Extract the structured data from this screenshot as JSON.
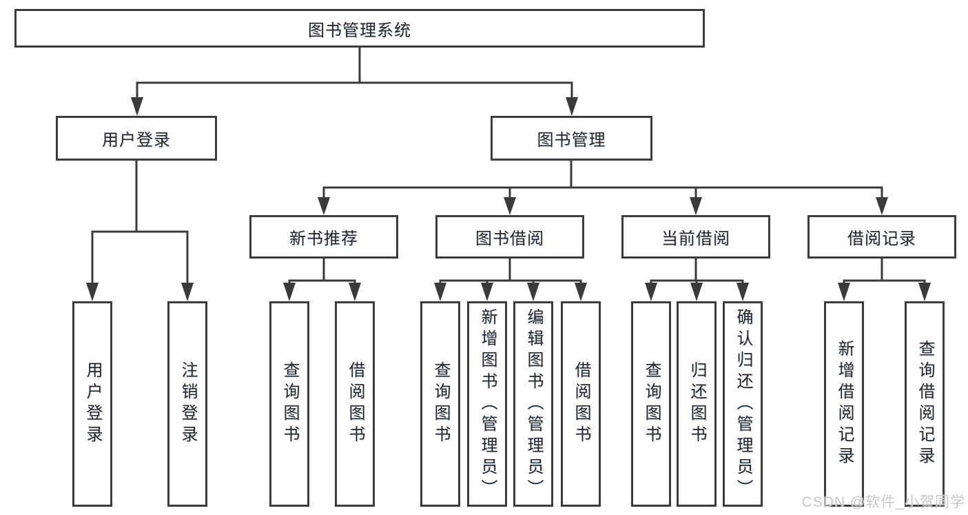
{
  "diagram": {
    "root": {
      "label": "图书管理系统"
    },
    "branches": [
      {
        "label": "用户登录",
        "children": [
          {
            "label": "用户登录"
          },
          {
            "label": "注销登录"
          }
        ]
      },
      {
        "label": "图书管理",
        "children": [
          {
            "label": "新书推荐",
            "children": [
              {
                "label": "查询图书"
              },
              {
                "label": "借阅图书"
              }
            ]
          },
          {
            "label": "图书借阅",
            "children": [
              {
                "label": "查询图书"
              },
              {
                "label": "新增图书（管理员）"
              },
              {
                "label": "编辑图书（管理员）"
              },
              {
                "label": "借阅图书"
              }
            ]
          },
          {
            "label": "当前借阅",
            "children": [
              {
                "label": "查询图书"
              },
              {
                "label": "归还图书"
              },
              {
                "label": "确认归还（管理员）"
              }
            ]
          },
          {
            "label": "借阅记录",
            "children": [
              {
                "label": "新增借阅记录"
              },
              {
                "label": "查询借阅记录"
              }
            ]
          }
        ]
      }
    ]
  },
  "colors": {
    "line": "#3a3a3a",
    "border": "#3c3c3c",
    "text": "#262626",
    "watermark": "#c5c5c5",
    "background": "#ffffff"
  },
  "watermark": {
    "text": "CSDN @软件_小贺同学"
  }
}
